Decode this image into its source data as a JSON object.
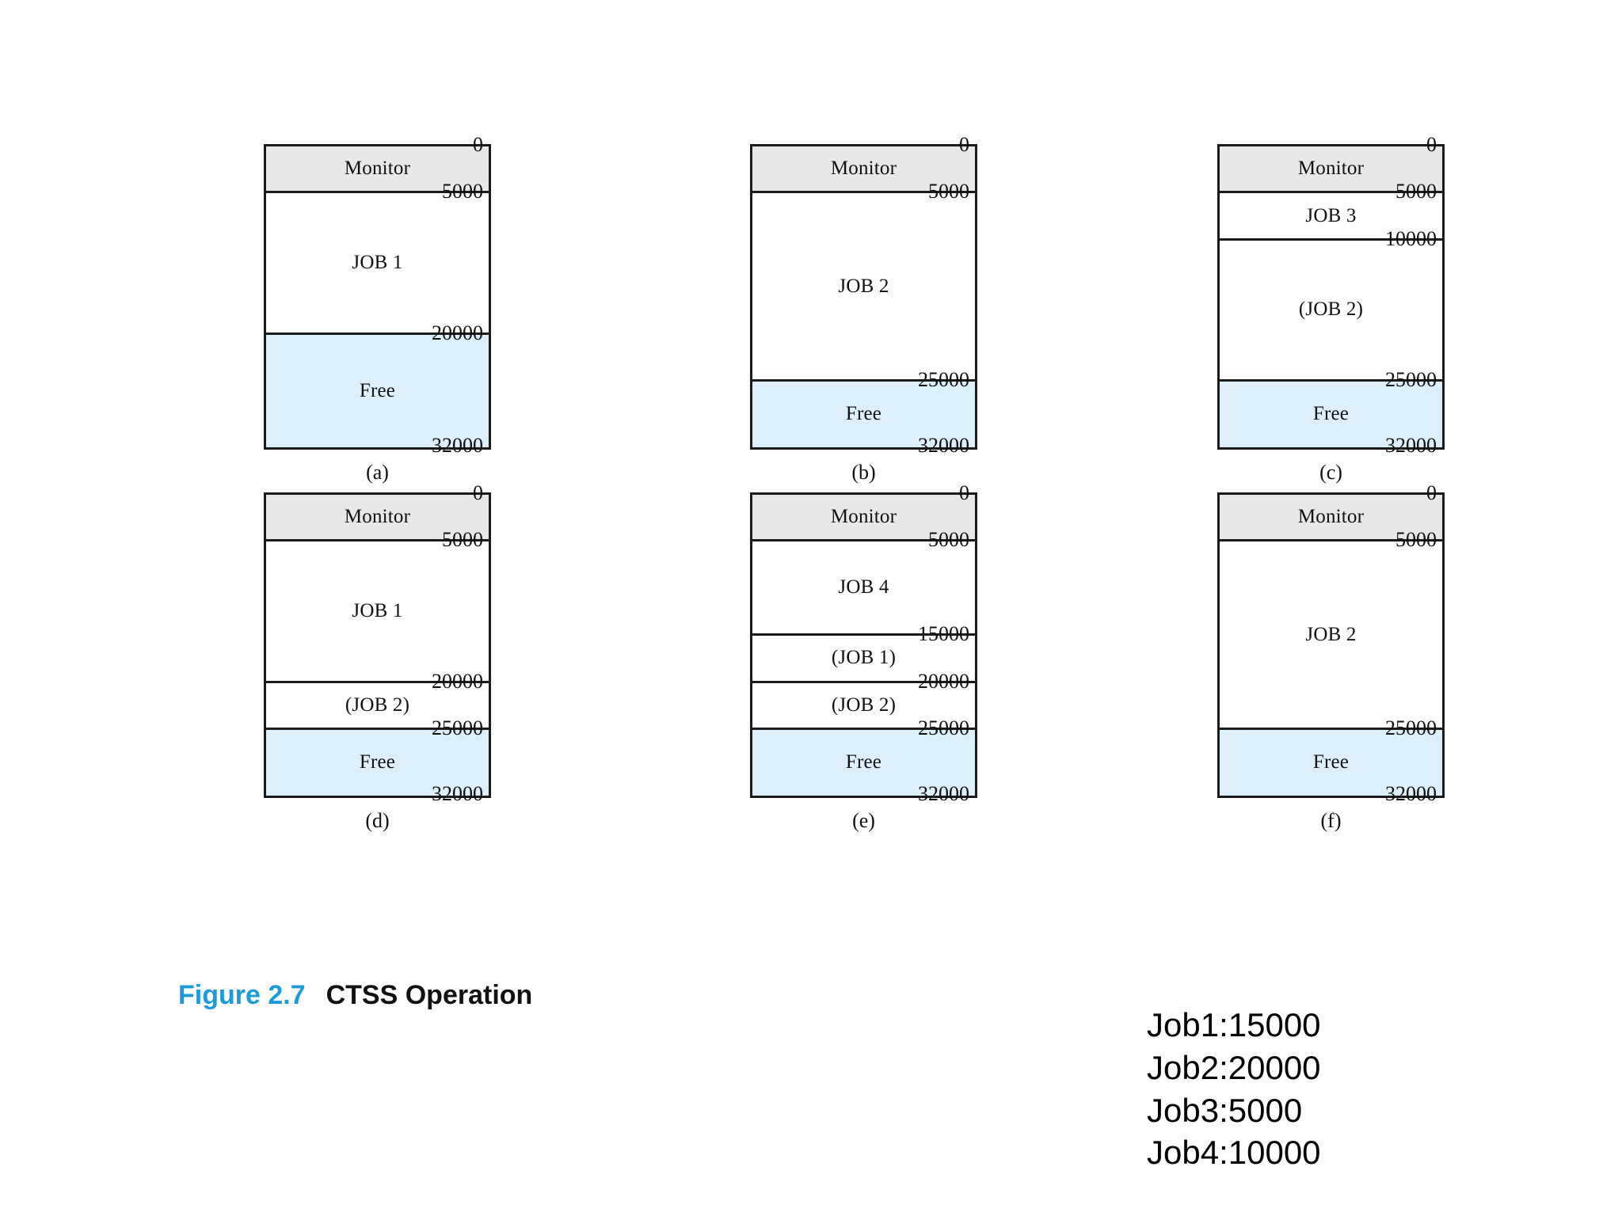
{
  "figure": {
    "number": "Figure 2.7",
    "title": "CTSS Operation",
    "number_color": "#1b9bd8",
    "title_color": "#111111"
  },
  "palette": {
    "monitor_fill": "#e8e8e8",
    "free_fill": "#ddeffb",
    "job_fill": "#ffffff",
    "border": "#1b1b1b"
  },
  "memory": {
    "top_address": 0,
    "bottom_address": 32000
  },
  "panels": [
    {
      "id": "a",
      "caption": "(a)",
      "ticks": [
        "0",
        "5000",
        "20000",
        "32000"
      ],
      "segments": [
        {
          "label": "Monitor",
          "kind": "monitor",
          "start": 0,
          "end": 5000
        },
        {
          "label": "JOB 1",
          "kind": "job",
          "start": 5000,
          "end": 20000
        },
        {
          "label": "Free",
          "kind": "free",
          "start": 20000,
          "end": 32000
        }
      ]
    },
    {
      "id": "b",
      "caption": "(b)",
      "ticks": [
        "0",
        "5000",
        "25000",
        "32000"
      ],
      "segments": [
        {
          "label": "Monitor",
          "kind": "monitor",
          "start": 0,
          "end": 5000
        },
        {
          "label": "JOB 2",
          "kind": "job",
          "start": 5000,
          "end": 25000
        },
        {
          "label": "Free",
          "kind": "free",
          "start": 25000,
          "end": 32000
        }
      ]
    },
    {
      "id": "c",
      "caption": "(c)",
      "ticks": [
        "0",
        "5000",
        "10000",
        "25000",
        "32000"
      ],
      "segments": [
        {
          "label": "Monitor",
          "kind": "monitor",
          "start": 0,
          "end": 5000
        },
        {
          "label": "JOB 3",
          "kind": "job",
          "start": 5000,
          "end": 10000
        },
        {
          "label": "(JOB 2)",
          "kind": "job",
          "start": 10000,
          "end": 25000
        },
        {
          "label": "Free",
          "kind": "free",
          "start": 25000,
          "end": 32000
        }
      ]
    },
    {
      "id": "d",
      "caption": "(d)",
      "ticks": [
        "0",
        "5000",
        "20000",
        "25000",
        "32000"
      ],
      "segments": [
        {
          "label": "Monitor",
          "kind": "monitor",
          "start": 0,
          "end": 5000
        },
        {
          "label": "JOB 1",
          "kind": "job",
          "start": 5000,
          "end": 20000
        },
        {
          "label": "(JOB 2)",
          "kind": "job",
          "start": 20000,
          "end": 25000
        },
        {
          "label": "Free",
          "kind": "free",
          "start": 25000,
          "end": 32000
        }
      ]
    },
    {
      "id": "e",
      "caption": "(e)",
      "ticks": [
        "0",
        "5000",
        "15000",
        "20000",
        "25000",
        "32000"
      ],
      "segments": [
        {
          "label": "Monitor",
          "kind": "monitor",
          "start": 0,
          "end": 5000
        },
        {
          "label": "JOB 4",
          "kind": "job",
          "start": 5000,
          "end": 15000
        },
        {
          "label": "(JOB 1)",
          "kind": "job",
          "start": 15000,
          "end": 20000
        },
        {
          "label": "(JOB 2)",
          "kind": "job",
          "start": 20000,
          "end": 25000
        },
        {
          "label": "Free",
          "kind": "free",
          "start": 25000,
          "end": 32000
        }
      ]
    },
    {
      "id": "f",
      "caption": "(f)",
      "ticks": [
        "0",
        "5000",
        "25000",
        "32000"
      ],
      "segments": [
        {
          "label": "Monitor",
          "kind": "monitor",
          "start": 0,
          "end": 5000
        },
        {
          "label": "JOB 2",
          "kind": "job",
          "start": 5000,
          "end": 25000
        },
        {
          "label": "Free",
          "kind": "free",
          "start": 25000,
          "end": 32000
        }
      ]
    }
  ],
  "job_sizes": [
    "Job1:15000",
    "Job2:20000",
    "Job3:5000",
    "Job4:10000"
  ]
}
